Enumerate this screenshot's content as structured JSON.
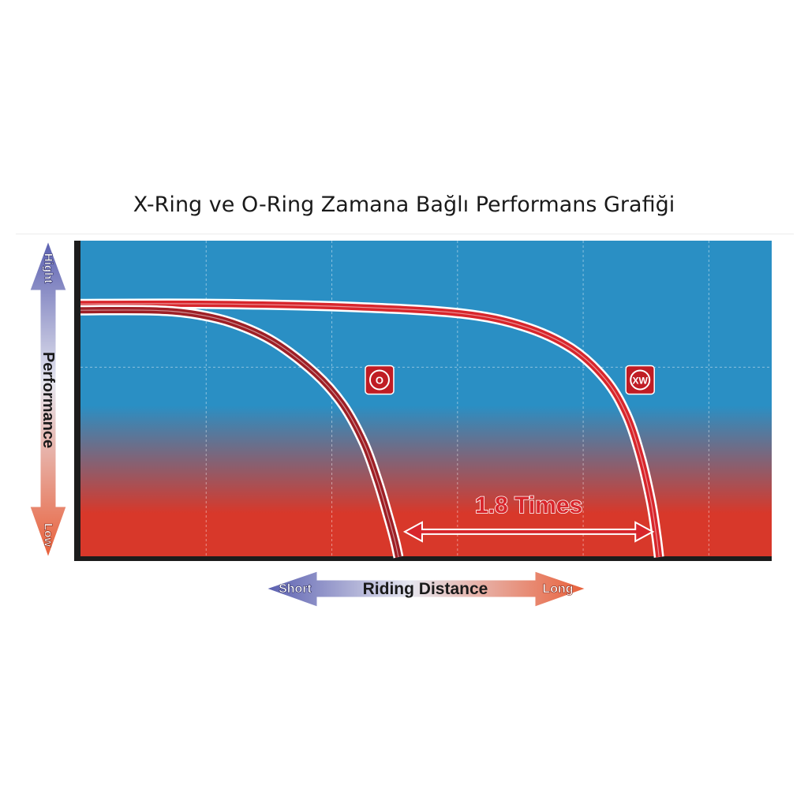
{
  "chart_data": {
    "type": "line",
    "title": "X-Ring ve O-Ring Zamana Bağlı Performans Grafiği",
    "ylabel": "Performance",
    "ylabel_high": "Hight",
    "ylabel_low": "Low",
    "xlabel": "Riding Distance",
    "xlabel_short": "Short",
    "xlabel_long": "Long",
    "xlim": [
      0,
      1
    ],
    "ylim": [
      0,
      1
    ],
    "grid": true,
    "colors": {
      "curve": "#d8262c",
      "o_curve": "#9e1f26",
      "top_band": "#2a8fc4",
      "bottom_band": "#d8382a"
    },
    "annotation": {
      "text": "1.8 Times",
      "from_series": 0,
      "to_series": 1
    },
    "series": [
      {
        "badge": "O",
        "icon": "o-ring-badge-icon",
        "x": [
          0.0,
          0.1,
          0.16,
          0.22,
          0.28,
          0.34,
          0.38,
          0.41,
          0.43,
          0.445,
          0.455,
          0.46
        ],
        "y": [
          0.78,
          0.78,
          0.77,
          0.74,
          0.68,
          0.58,
          0.48,
          0.36,
          0.24,
          0.13,
          0.05,
          0.0
        ]
      },
      {
        "badge": "XW",
        "icon": "xw-ring-badge-icon",
        "x": [
          0.0,
          0.2,
          0.4,
          0.55,
          0.64,
          0.71,
          0.76,
          0.79,
          0.81,
          0.825,
          0.833,
          0.837
        ],
        "y": [
          0.8,
          0.8,
          0.79,
          0.77,
          0.73,
          0.66,
          0.56,
          0.45,
          0.32,
          0.18,
          0.07,
          0.0
        ]
      }
    ]
  }
}
